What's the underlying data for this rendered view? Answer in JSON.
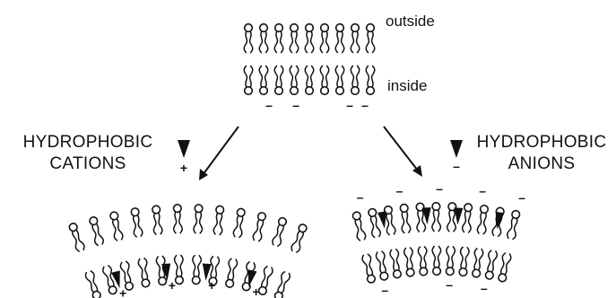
{
  "diagram": {
    "top_membrane": {
      "outer_label": "outside",
      "inner_label": "inside",
      "inner_charge": "–"
    },
    "left_panel": {
      "label_line1": "HYDROPHOBIC",
      "label_line2": "CATIONS",
      "ion_charge": "+",
      "ion_shape": "wedge-icon"
    },
    "right_panel": {
      "label_line1": "HYDROPHOBIC",
      "label_line2": "ANIONS",
      "ion_charge": "–",
      "ion_shape": "wedge-icon"
    },
    "ink_color": "#111111"
  }
}
